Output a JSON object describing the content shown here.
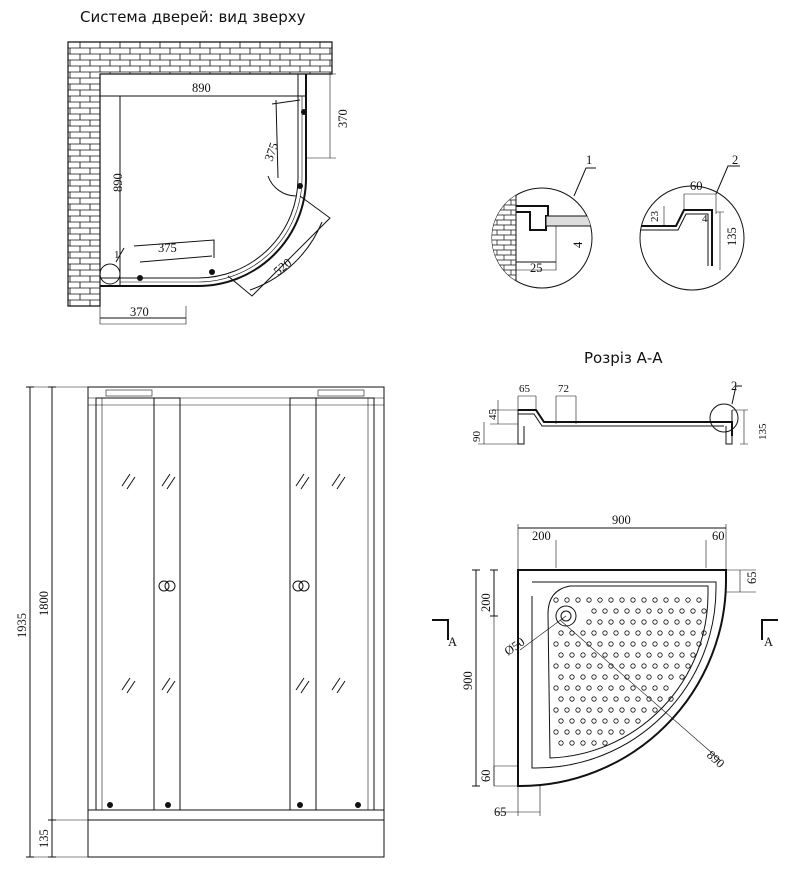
{
  "titles": {
    "door_system": "Система дверей: вид зверху",
    "section": "Розріз А-А"
  },
  "top_view": {
    "width": "890",
    "depth": "890",
    "wall_right": "370",
    "wall_bottom": "370",
    "door_top": "375",
    "door_bottom": "375",
    "door_arc": "520",
    "callout": "1"
  },
  "detail1": {
    "label": "1",
    "gap": "25",
    "height": "4"
  },
  "detail2": {
    "label": "2",
    "top": "60",
    "side": "23",
    "small": "4",
    "height": "135"
  },
  "front_view": {
    "total_height": "1935",
    "cabin_height": "1800",
    "tray_height": "135"
  },
  "section": {
    "a": "65",
    "b": "72",
    "c": "45",
    "d": "90",
    "e": "135",
    "callout": "2"
  },
  "tray_plan": {
    "width": "900",
    "offset": "200",
    "margin_right": "60",
    "top_margin": "65",
    "drain_offset": "200",
    "drain": "Ø50",
    "height": "900",
    "bottom_margin": "60",
    "left_margin": "65",
    "radius": "890",
    "section_label_left": "А",
    "section_label_right": "А"
  }
}
